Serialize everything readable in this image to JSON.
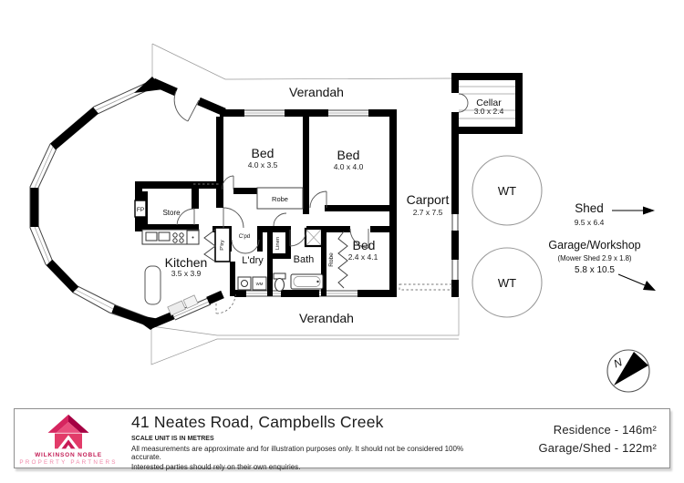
{
  "plan": {
    "verandah_top": "Verandah",
    "verandah_bottom": "Verandah",
    "bed1": {
      "name": "Bed",
      "dims": "4.0 x 3.5"
    },
    "bed2": {
      "name": "Bed",
      "dims": "4.0 x 4.0"
    },
    "bed3": {
      "name": "Bed",
      "dims": "2.4 x 4.1"
    },
    "kitchen": {
      "name": "Kitchen",
      "dims": "3.5 x 3.9"
    },
    "carport": {
      "name": "Carport",
      "dims": "2.7 x 7.5"
    },
    "cellar": {
      "name": "Cellar",
      "dims": "3.0 x 2.4"
    },
    "laundry": "L'dry",
    "bath": "Bath",
    "store": "Store",
    "robe_bed1": "Robe",
    "robe_bed3": "Robe",
    "pantry": "P'try",
    "cupboard": "C'pd",
    "linen": "Linen",
    "washing_machine": "WM",
    "fireplace": "FP",
    "water_tank_1": "WT",
    "water_tank_2": "WT",
    "shed": {
      "name": "Shed",
      "dims": "9.5 x 6.4"
    },
    "garage": {
      "name": "Garage/Workshop",
      "sub": "(Mower Shed 2.9 x 1.8)",
      "dims": "5.8 x 10.5"
    },
    "compass_north": "N"
  },
  "footer": {
    "address": "41 Neates Road, Campbells Creek",
    "scale_note": "SCALE UNIT IS IN METRES",
    "disclaimer_line1": "All measurements are approximate and for illustration purposes only. It should not be considered 100% accurate.",
    "disclaimer_line2": "Interested parties should rely on their own enquiries.",
    "residence_area": "Residence - 146m²",
    "garage_area": "Garage/Shed - 122m²",
    "brand_line1": "WILKINSON NOBLE",
    "brand_line2": "PROPERTY PARTNERS",
    "accent_color": "#d81b5d"
  }
}
